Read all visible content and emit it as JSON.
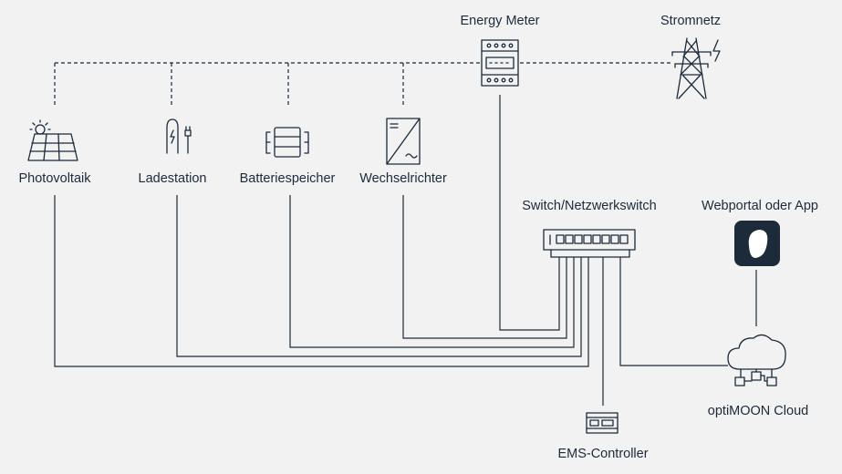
{
  "labels": {
    "photovoltaik": "Photovoltaik",
    "ladestation": "Ladestation",
    "batteriespeicher": "Batteriespeicher",
    "wechselrichter": "Wechselrichter",
    "energy_meter": "Energy Meter",
    "stromnetz": "Stromnetz",
    "switch": "Switch/Netzwerkswitch",
    "webportal": "Webportal oder App",
    "cloud": "optiMOON Cloud",
    "ems_controller": "EMS-Controller"
  },
  "icons": {
    "photovoltaik": "solar-panel-icon",
    "ladestation": "ev-charger-icon",
    "batteriespeicher": "battery-icon",
    "wechselrichter": "inverter-icon",
    "energy_meter": "energy-meter-icon",
    "stromnetz": "power-pylon-icon",
    "switch": "network-switch-icon",
    "webportal": "app-icon",
    "cloud": "cloud-icon",
    "ems_controller": "ems-controller-icon"
  },
  "colors": {
    "background": "#f2f2f2",
    "ink": "#1c2a3a",
    "app_tile": "#1c2a3a"
  }
}
